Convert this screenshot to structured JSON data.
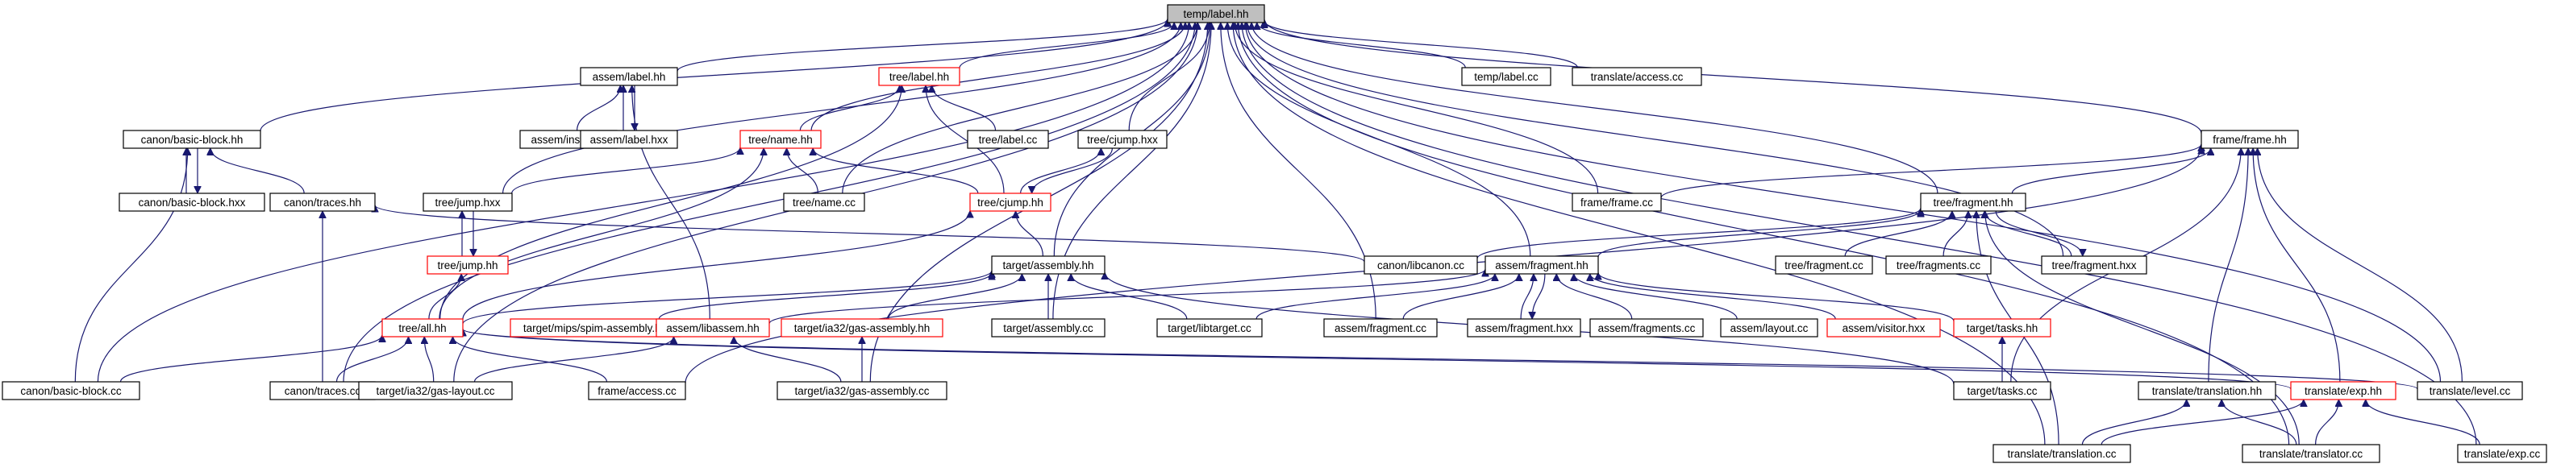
{
  "colors": {
    "edge": "#191970",
    "node_border": "#000000",
    "node_border_incomplete": "#ff0000",
    "root_fill": "#bfbfbf",
    "node_fill": "#ffffff"
  },
  "nodes": [
    {
      "id": "temp-label-hh",
      "label": "temp/label.hh",
      "style": "root"
    },
    {
      "id": "assem-label-hh",
      "label": "assem/label.hh",
      "style": "normal"
    },
    {
      "id": "tree-label-hh",
      "label": "tree/label.hh",
      "style": "red"
    },
    {
      "id": "temp-label-cc",
      "label": "temp/label.cc",
      "style": "normal"
    },
    {
      "id": "translate-access-cc",
      "label": "translate/access.cc",
      "style": "normal"
    },
    {
      "id": "assem-instrs-cc",
      "label": "assem/instrs.cc",
      "style": "normal"
    },
    {
      "id": "assem-label-hxx",
      "label": "assem/label.hxx",
      "style": "normal"
    },
    {
      "id": "canon-basic-block-hh",
      "label": "canon/basic-block.hh",
      "style": "normal"
    },
    {
      "id": "tree-name-hh",
      "label": "tree/name.hh",
      "style": "red"
    },
    {
      "id": "tree-label-cc",
      "label": "tree/label.cc",
      "style": "normal"
    },
    {
      "id": "tree-cjump-hxx",
      "label": "tree/cjump.hxx",
      "style": "normal"
    },
    {
      "id": "frame-frame-hh",
      "label": "frame/frame.hh",
      "style": "normal"
    },
    {
      "id": "canon-basic-block-hxx",
      "label": "canon/basic-block.hxx",
      "style": "normal"
    },
    {
      "id": "canon-traces-hh",
      "label": "canon/traces.hh",
      "style": "normal"
    },
    {
      "id": "tree-jump-hxx",
      "label": "tree/jump.hxx",
      "style": "normal"
    },
    {
      "id": "tree-name-cc",
      "label": "tree/name.cc",
      "style": "normal"
    },
    {
      "id": "tree-cjump-hh",
      "label": "tree/cjump.hh",
      "style": "red"
    },
    {
      "id": "frame-frame-cc",
      "label": "frame/frame.cc",
      "style": "normal"
    },
    {
      "id": "tree-fragment-hh",
      "label": "tree/fragment.hh",
      "style": "normal"
    },
    {
      "id": "tree-jump-hh",
      "label": "tree/jump.hh",
      "style": "red"
    },
    {
      "id": "target-assembly-hh",
      "label": "target/assembly.hh",
      "style": "normal"
    },
    {
      "id": "canon-libcanon-cc",
      "label": "canon/libcanon.cc",
      "style": "normal"
    },
    {
      "id": "assem-fragment-hh",
      "label": "assem/fragment.hh",
      "style": "normal"
    },
    {
      "id": "tree-fragment-cc",
      "label": "tree/fragment.cc",
      "style": "normal"
    },
    {
      "id": "tree-fragments-cc",
      "label": "tree/fragments.cc",
      "style": "normal"
    },
    {
      "id": "tree-fragment-hxx",
      "label": "tree/fragment.hxx",
      "style": "normal"
    },
    {
      "id": "tree-all-hh",
      "label": "tree/all.hh",
      "style": "red"
    },
    {
      "id": "target-mips-spim-assembly-hh",
      "label": "target/mips/spim-assembly.hh",
      "style": "red"
    },
    {
      "id": "assem-libassem-hh",
      "label": "assem/libassem.hh",
      "style": "red"
    },
    {
      "id": "target-ia32-gas-assembly-hh",
      "label": "target/ia32/gas-assembly.hh",
      "style": "red"
    },
    {
      "id": "target-assembly-cc",
      "label": "target/assembly.cc",
      "style": "normal"
    },
    {
      "id": "target-libtarget-cc",
      "label": "target/libtarget.cc",
      "style": "normal"
    },
    {
      "id": "assem-fragment-cc",
      "label": "assem/fragment.cc",
      "style": "normal"
    },
    {
      "id": "assem-fragment-hxx",
      "label": "assem/fragment.hxx",
      "style": "normal"
    },
    {
      "id": "assem-fragments-cc",
      "label": "assem/fragments.cc",
      "style": "normal"
    },
    {
      "id": "assem-layout-cc",
      "label": "assem/layout.cc",
      "style": "normal"
    },
    {
      "id": "assem-visitor-hxx",
      "label": "assem/visitor.hxx",
      "style": "red"
    },
    {
      "id": "target-tasks-hh",
      "label": "target/tasks.hh",
      "style": "red"
    },
    {
      "id": "canon-basic-block-cc",
      "label": "canon/basic-block.cc",
      "style": "normal"
    },
    {
      "id": "canon-traces-cc",
      "label": "canon/traces.cc",
      "style": "normal"
    },
    {
      "id": "target-ia32-gas-layout-cc",
      "label": "target/ia32/gas-layout.cc",
      "style": "normal"
    },
    {
      "id": "frame-access-cc",
      "label": "frame/access.cc",
      "style": "normal"
    },
    {
      "id": "target-ia32-gas-assembly-cc",
      "label": "target/ia32/gas-assembly.cc",
      "style": "normal"
    },
    {
      "id": "target-tasks-cc",
      "label": "target/tasks.cc",
      "style": "normal"
    },
    {
      "id": "translate-translation-hh",
      "label": "translate/translation.hh",
      "style": "normal"
    },
    {
      "id": "translate-exp-hh",
      "label": "translate/exp.hh",
      "style": "red"
    },
    {
      "id": "translate-level-cc",
      "label": "translate/level.cc",
      "style": "normal"
    },
    {
      "id": "translate-translation-cc",
      "label": "translate/translation.cc",
      "style": "normal"
    },
    {
      "id": "translate-translator-cc",
      "label": "translate/translator.cc",
      "style": "normal"
    },
    {
      "id": "translate-exp-cc",
      "label": "translate/exp.cc",
      "style": "normal"
    }
  ],
  "edges": [
    [
      "assem-label-hh",
      "temp-label-hh"
    ],
    [
      "tree-label-hh",
      "temp-label-hh"
    ],
    [
      "temp-label-cc",
      "temp-label-hh"
    ],
    [
      "translate-access-cc",
      "temp-label-hh"
    ],
    [
      "canon-basic-block-hh",
      "temp-label-hh"
    ],
    [
      "tree-name-hh",
      "temp-label-hh"
    ],
    [
      "tree-cjump-hxx",
      "temp-label-hh"
    ],
    [
      "frame-frame-hh",
      "temp-label-hh"
    ],
    [
      "tree-jump-hxx",
      "temp-label-hh"
    ],
    [
      "tree-name-cc",
      "temp-label-hh"
    ],
    [
      "frame-frame-cc",
      "temp-label-hh"
    ],
    [
      "tree-fragment-hh",
      "temp-label-hh"
    ],
    [
      "target-assembly-hh",
      "temp-label-hh"
    ],
    [
      "assem-fragment-hh",
      "temp-label-hh"
    ],
    [
      "tree-fragment-hxx",
      "temp-label-hh"
    ],
    [
      "target-assembly-cc",
      "temp-label-hh"
    ],
    [
      "assem-fragment-cc",
      "temp-label-hh"
    ],
    [
      "canon-basic-block-cc",
      "temp-label-hh"
    ],
    [
      "canon-traces-cc",
      "temp-label-hh"
    ],
    [
      "target-ia32-gas-layout-cc",
      "temp-label-hh"
    ],
    [
      "target-ia32-gas-assembly-cc",
      "temp-label-hh"
    ],
    [
      "translate-level-cc",
      "temp-label-hh"
    ],
    [
      "translate-translation-cc",
      "temp-label-hh"
    ],
    [
      "translate-translator-cc",
      "temp-label-hh"
    ],
    [
      "translate-exp-cc",
      "temp-label-hh"
    ],
    [
      "assem-instrs-cc",
      "assem-label-hh"
    ],
    [
      "assem-label-hxx",
      "assem-label-hh"
    ],
    [
      "assem-label-hh",
      "assem-label-hxx"
    ],
    [
      "assem-libassem-hh",
      "assem-label-hh"
    ],
    [
      "tree-name-hh",
      "tree-label-hh"
    ],
    [
      "tree-label-cc",
      "tree-label-hh"
    ],
    [
      "tree-cjump-hh",
      "tree-label-hh"
    ],
    [
      "tree-all-hh",
      "tree-label-hh"
    ],
    [
      "canon-basic-block-hxx",
      "canon-basic-block-hh"
    ],
    [
      "canon-basic-block-hh",
      "canon-basic-block-hxx"
    ],
    [
      "canon-traces-hh",
      "canon-basic-block-hh"
    ],
    [
      "canon-basic-block-cc",
      "canon-basic-block-hh"
    ],
    [
      "tree-jump-hxx",
      "tree-name-hh"
    ],
    [
      "tree-name-cc",
      "tree-name-hh"
    ],
    [
      "tree-cjump-hh",
      "tree-name-hh"
    ],
    [
      "tree-all-hh",
      "tree-name-hh"
    ],
    [
      "tree-cjump-hh",
      "tree-cjump-hxx"
    ],
    [
      "tree-cjump-hxx",
      "tree-cjump-hh"
    ],
    [
      "frame-frame-cc",
      "frame-frame-hh"
    ],
    [
      "tree-fragment-hh",
      "frame-frame-hh"
    ],
    [
      "frame-access-cc",
      "frame-frame-hh"
    ],
    [
      "target-tasks-cc",
      "frame-frame-hh"
    ],
    [
      "translate-translation-hh",
      "frame-frame-hh"
    ],
    [
      "translate-exp-hh",
      "frame-frame-hh"
    ],
    [
      "translate-level-cc",
      "frame-frame-hh"
    ],
    [
      "canon-libcanon-cc",
      "canon-traces-hh"
    ],
    [
      "canon-traces-cc",
      "canon-traces-hh"
    ],
    [
      "tree-jump-hh",
      "tree-jump-hxx"
    ],
    [
      "tree-jump-hxx",
      "tree-jump-hh"
    ],
    [
      "tree-all-hh",
      "tree-jump-hh"
    ],
    [
      "target-assembly-hh",
      "tree-cjump-hh"
    ],
    [
      "tree-all-hh",
      "tree-cjump-hh"
    ],
    [
      "canon-libcanon-cc",
      "tree-fragment-hh"
    ],
    [
      "assem-fragment-hh",
      "tree-fragment-hh"
    ],
    [
      "tree-fragment-cc",
      "tree-fragment-hh"
    ],
    [
      "tree-fragments-cc",
      "tree-fragment-hh"
    ],
    [
      "tree-fragment-hxx",
      "tree-fragment-hh"
    ],
    [
      "tree-fragment-hh",
      "tree-fragment-hxx"
    ],
    [
      "translate-translation-cc",
      "tree-fragment-hh"
    ],
    [
      "translate-translator-cc",
      "tree-fragment-hh"
    ],
    [
      "tree-all-hh",
      "target-assembly-hh"
    ],
    [
      "target-mips-spim-assembly-hh",
      "target-assembly-hh"
    ],
    [
      "target-ia32-gas-assembly-hh",
      "target-assembly-hh"
    ],
    [
      "target-assembly-cc",
      "target-assembly-hh"
    ],
    [
      "target-libtarget-cc",
      "target-assembly-hh"
    ],
    [
      "target-tasks-cc",
      "target-assembly-hh"
    ],
    [
      "assem-fragment-cc",
      "assem-fragment-hh"
    ],
    [
      "assem-fragment-hxx",
      "assem-fragment-hh"
    ],
    [
      "assem-fragment-hh",
      "assem-fragment-hxx"
    ],
    [
      "assem-fragments-cc",
      "assem-fragment-hh"
    ],
    [
      "assem-layout-cc",
      "assem-fragment-hh"
    ],
    [
      "assem-visitor-hxx",
      "assem-fragment-hh"
    ],
    [
      "target-tasks-hh",
      "assem-fragment-hh"
    ],
    [
      "target-libtarget-cc",
      "assem-fragment-hh"
    ],
    [
      "assem-libassem-hh",
      "assem-fragment-hh"
    ],
    [
      "target-tasks-cc",
      "target-tasks-hh"
    ],
    [
      "canon-basic-block-cc",
      "tree-all-hh"
    ],
    [
      "canon-traces-cc",
      "tree-all-hh"
    ],
    [
      "target-ia32-gas-layout-cc",
      "tree-all-hh"
    ],
    [
      "frame-access-cc",
      "tree-all-hh"
    ],
    [
      "translate-exp-hh",
      "tree-all-hh"
    ],
    [
      "translate-level-cc",
      "tree-all-hh"
    ],
    [
      "target-ia32-gas-layout-cc",
      "assem-libassem-hh"
    ],
    [
      "target-ia32-gas-assembly-cc",
      "assem-libassem-hh"
    ],
    [
      "target-ia32-gas-assembly-cc",
      "target-ia32-gas-assembly-hh"
    ],
    [
      "translate-translation-cc",
      "translate-translation-hh"
    ],
    [
      "translate-translator-cc",
      "translate-translation-hh"
    ],
    [
      "translate-translation-cc",
      "translate-exp-hh"
    ],
    [
      "translate-translator-cc",
      "translate-exp-hh"
    ],
    [
      "translate-exp-cc",
      "translate-exp-hh"
    ]
  ]
}
